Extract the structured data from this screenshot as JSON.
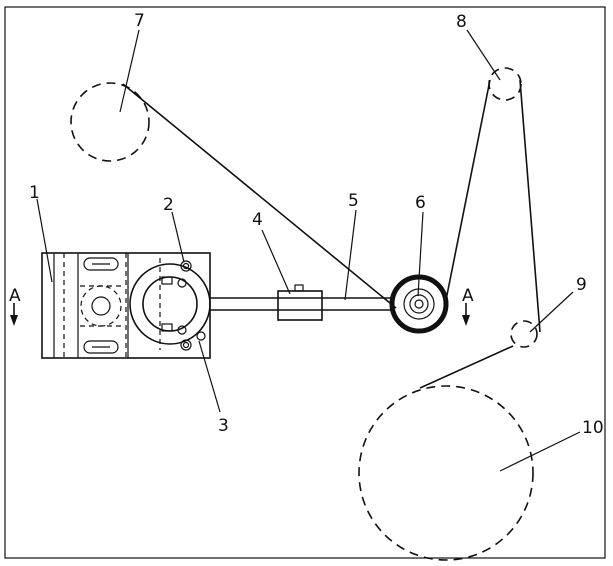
{
  "diagram": {
    "labels": {
      "l1": "1",
      "l2": "2",
      "l3": "3",
      "l4": "4",
      "l5": "5",
      "l6": "6",
      "l7": "7",
      "l8": "8",
      "l9": "9",
      "l10": "10"
    },
    "section_markers": {
      "left": "A",
      "right": "A"
    }
  }
}
